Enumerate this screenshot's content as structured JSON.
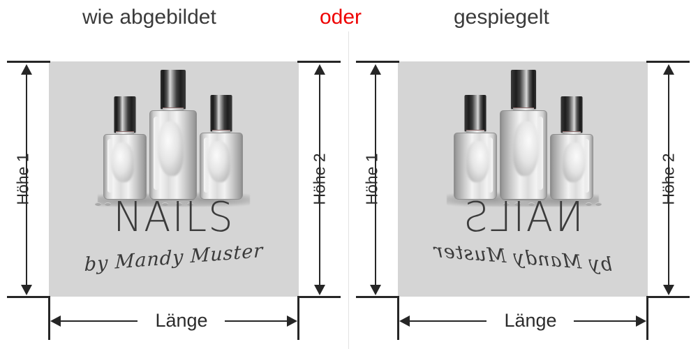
{
  "header": {
    "left_label": "wie abgebildet",
    "separator_label": "oder",
    "right_label": "gespiegelt",
    "separator_color": "#ee0000",
    "text_color": "#3a3a3a"
  },
  "panels": [
    {
      "id": "as-shown",
      "orientation": "normal",
      "artwork": {
        "background_color": "#d5d5d5",
        "brand_text": "NAILS",
        "script_text": "by Mandy Muster",
        "subject": "three-nail-polish-bottles"
      },
      "dimensions": {
        "height_left_label": "Höhe 1",
        "height_right_label": "Höhe 2",
        "width_label": "Länge"
      }
    },
    {
      "id": "mirrored",
      "orientation": "mirrored",
      "artwork": {
        "background_color": "#d5d5d5",
        "brand_text": "NAILS",
        "script_text": "by Mandy Muster",
        "subject": "three-nail-polish-bottles"
      },
      "dimensions": {
        "height_left_label": "Höhe 1",
        "height_right_label": "Höhe 2",
        "width_label": "Länge"
      }
    }
  ],
  "style": {
    "line_color": "#262626",
    "divider_color": "#e2e2e2",
    "page_background": "#ffffff"
  }
}
